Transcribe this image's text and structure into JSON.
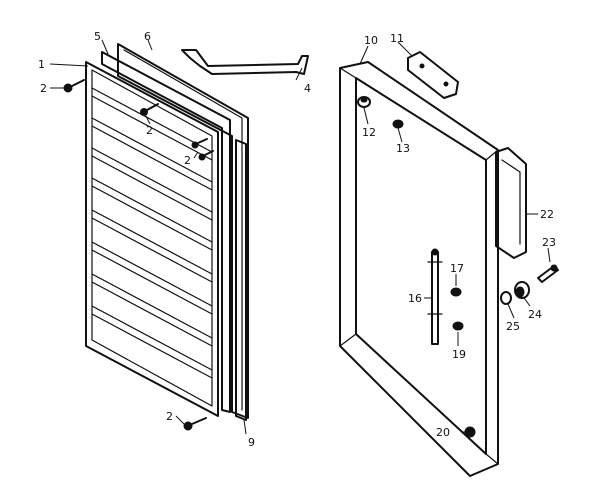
{
  "callouts": {
    "c1": "1",
    "c2a": "2",
    "c2b": "2",
    "c2c": "2",
    "c2d": "2",
    "c4": "4",
    "c5": "5",
    "c6": "6",
    "c9": "9",
    "c10": "10",
    "c11": "11",
    "c12": "12",
    "c13": "13",
    "c16": "16",
    "c17": "17",
    "c19": "19",
    "c20": "20",
    "c22": "22",
    "c23": "23",
    "c24": "24",
    "c25": "25"
  }
}
